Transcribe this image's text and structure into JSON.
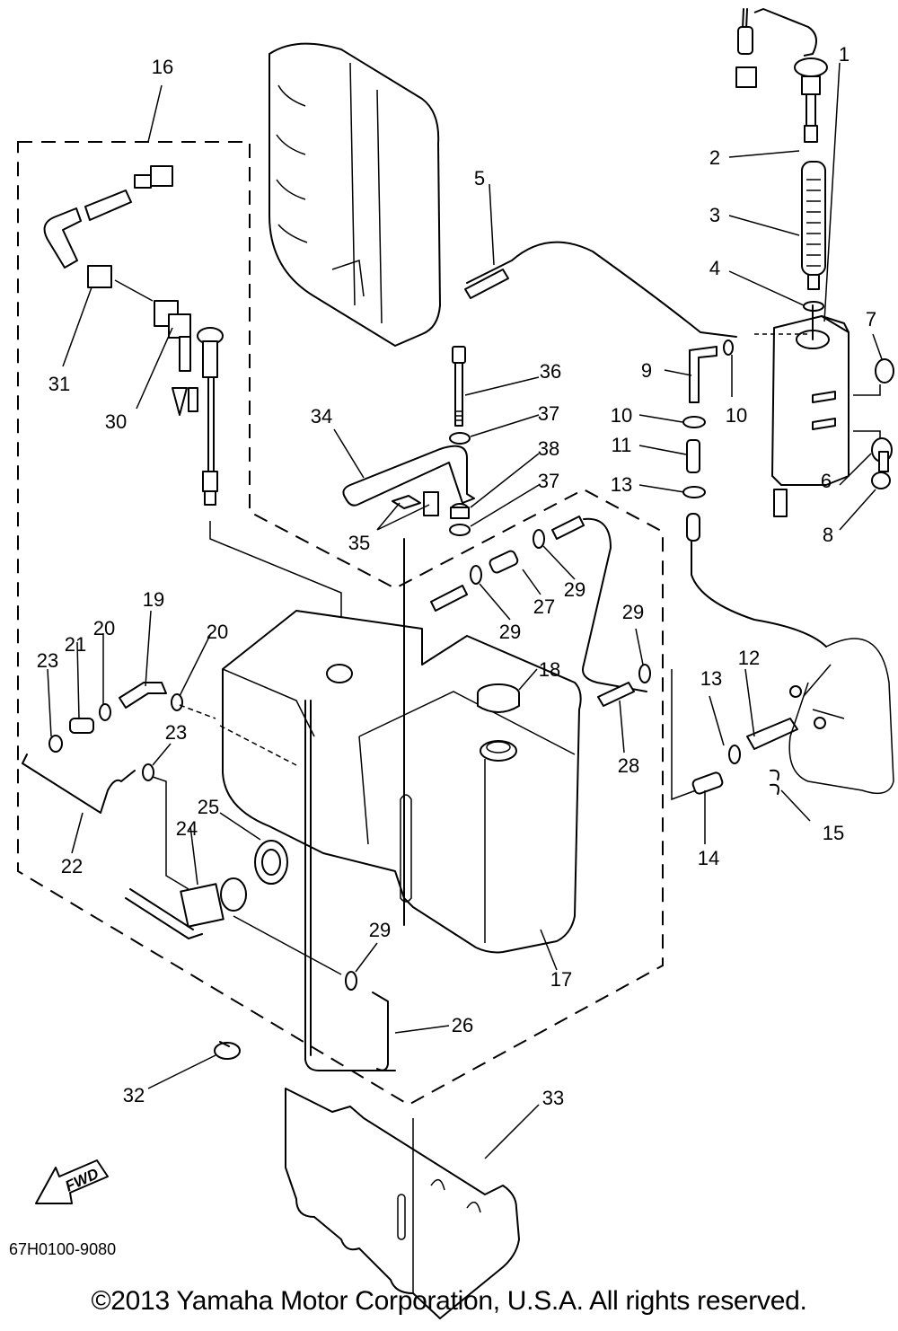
{
  "figure": {
    "drawing_code": "67H0100-9080",
    "copyright": "©2013 Yamaha Motor Corporation, U.S.A. All rights reserved.",
    "orientation_indicator": {
      "label": "FWD",
      "icon": "fwd-arrow-icon"
    }
  },
  "callouts": [
    {
      "id": "c1",
      "label": "1"
    },
    {
      "id": "c2",
      "label": "2"
    },
    {
      "id": "c3",
      "label": "3"
    },
    {
      "id": "c4",
      "label": "4"
    },
    {
      "id": "c5",
      "label": "5"
    },
    {
      "id": "c6",
      "label": "6"
    },
    {
      "id": "c7",
      "label": "7"
    },
    {
      "id": "c8",
      "label": "8"
    },
    {
      "id": "c9",
      "label": "9"
    },
    {
      "id": "c10a",
      "label": "10"
    },
    {
      "id": "c10b",
      "label": "10"
    },
    {
      "id": "c11",
      "label": "11"
    },
    {
      "id": "c12",
      "label": "12"
    },
    {
      "id": "c13a",
      "label": "13"
    },
    {
      "id": "c13b",
      "label": "13"
    },
    {
      "id": "c14",
      "label": "14"
    },
    {
      "id": "c15",
      "label": "15"
    },
    {
      "id": "c16",
      "label": "16"
    },
    {
      "id": "c17",
      "label": "17"
    },
    {
      "id": "c18",
      "label": "18"
    },
    {
      "id": "c19",
      "label": "19"
    },
    {
      "id": "c20a",
      "label": "20"
    },
    {
      "id": "c20b",
      "label": "20"
    },
    {
      "id": "c21",
      "label": "21"
    },
    {
      "id": "c22",
      "label": "22"
    },
    {
      "id": "c23a",
      "label": "23"
    },
    {
      "id": "c23b",
      "label": "23"
    },
    {
      "id": "c24",
      "label": "24"
    },
    {
      "id": "c25",
      "label": "25"
    },
    {
      "id": "c26",
      "label": "26"
    },
    {
      "id": "c27",
      "label": "27"
    },
    {
      "id": "c28",
      "label": "28"
    },
    {
      "id": "c29a",
      "label": "29"
    },
    {
      "id": "c29b",
      "label": "29"
    },
    {
      "id": "c29c",
      "label": "29"
    },
    {
      "id": "c29d",
      "label": "29"
    },
    {
      "id": "c30",
      "label": "30"
    },
    {
      "id": "c31",
      "label": "31"
    },
    {
      "id": "c32",
      "label": "32"
    },
    {
      "id": "c33",
      "label": "33"
    },
    {
      "id": "c34",
      "label": "34"
    },
    {
      "id": "c35",
      "label": "35"
    },
    {
      "id": "c36",
      "label": "36"
    },
    {
      "id": "c37a",
      "label": "37"
    },
    {
      "id": "c37b",
      "label": "37"
    },
    {
      "id": "c38",
      "label": "38"
    }
  ]
}
